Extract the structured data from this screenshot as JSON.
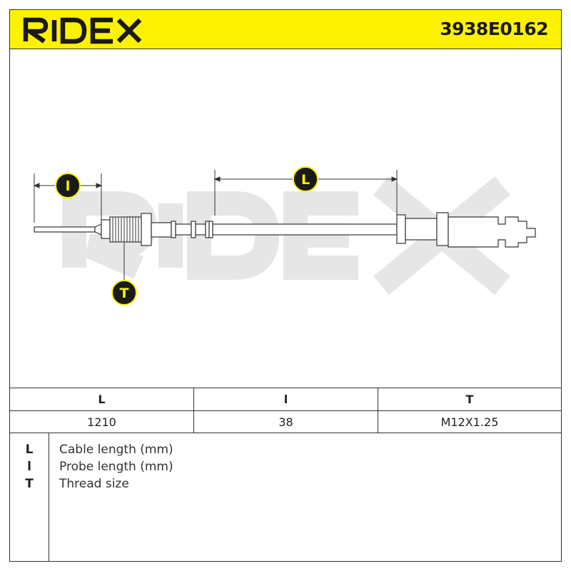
{
  "header": {
    "brand": "RIDEX",
    "part_number": "3938E0162",
    "background_color": "#FFF200"
  },
  "drawing": {
    "watermark": "RIDEX",
    "markers": {
      "probe": "l",
      "cable": "L",
      "thread": "T"
    }
  },
  "spec_table": {
    "headers": [
      "L",
      "l",
      "T"
    ],
    "values": [
      "1210",
      "38",
      "M12X1.25"
    ]
  },
  "legend": [
    {
      "key": "L",
      "text": "Cable length (mm)"
    },
    {
      "key": "l",
      "text": "Probe length (mm)"
    },
    {
      "key": "T",
      "text": "Thread size"
    }
  ]
}
